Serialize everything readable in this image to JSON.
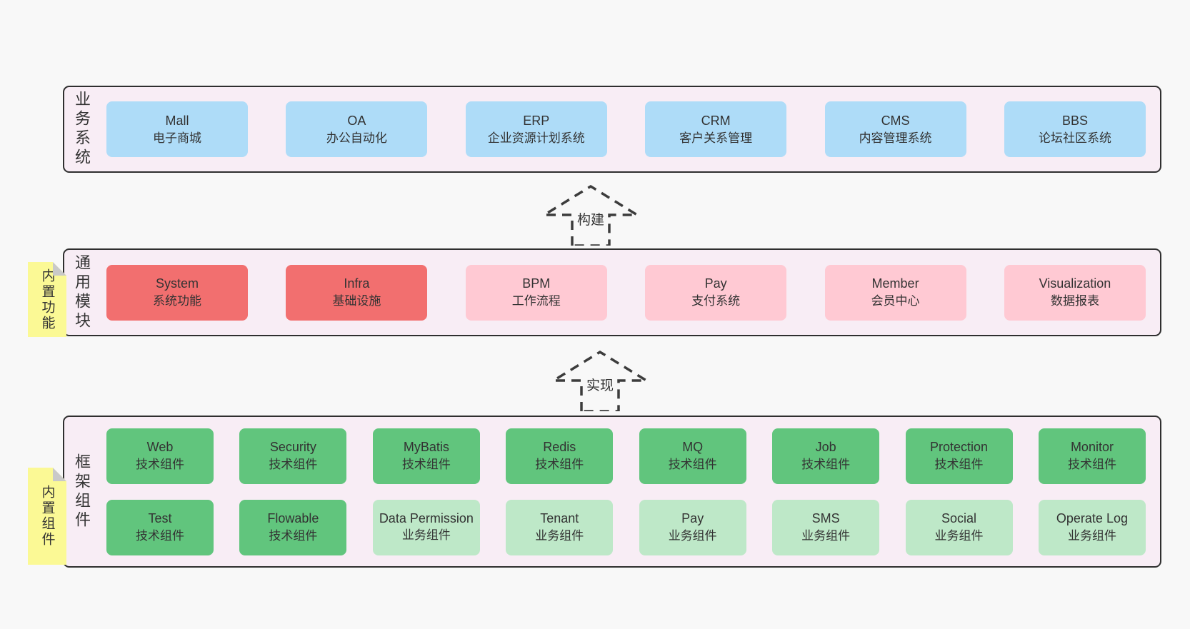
{
  "band1": {
    "label": "业务系统",
    "boxes": [
      {
        "en": "Mall",
        "zh": "电子商城"
      },
      {
        "en": "OA",
        "zh": "办公自动化"
      },
      {
        "en": "ERP",
        "zh": "企业资源计划系统"
      },
      {
        "en": "CRM",
        "zh": "客户关系管理"
      },
      {
        "en": "CMS",
        "zh": "内容管理系统"
      },
      {
        "en": "BBS",
        "zh": "论坛社区系统"
      }
    ]
  },
  "arrow1": {
    "label": "构建"
  },
  "band2": {
    "label": "通用模块",
    "note": "内置功能",
    "boxes": [
      {
        "en": "System",
        "zh": "系统功能"
      },
      {
        "en": "Infra",
        "zh": "基础设施"
      },
      {
        "en": "BPM",
        "zh": "工作流程"
      },
      {
        "en": "Pay",
        "zh": "支付系统"
      },
      {
        "en": "Member",
        "zh": "会员中心"
      },
      {
        "en": "Visualization",
        "zh": "数据报表"
      }
    ]
  },
  "arrow2": {
    "label": "实现"
  },
  "band3": {
    "label": "框架组件",
    "note": "内置组件",
    "row1": [
      {
        "en": "Web",
        "zh": "技术组件"
      },
      {
        "en": "Security",
        "zh": "技术组件"
      },
      {
        "en": "MyBatis",
        "zh": "技术组件"
      },
      {
        "en": "Redis",
        "zh": "技术组件"
      },
      {
        "en": "MQ",
        "zh": "技术组件"
      },
      {
        "en": "Job",
        "zh": "技术组件"
      },
      {
        "en": "Protection",
        "zh": "技术组件"
      },
      {
        "en": "Monitor",
        "zh": "技术组件"
      }
    ],
    "row2": [
      {
        "en": "Test",
        "zh": "技术组件"
      },
      {
        "en": "Flowable",
        "zh": "技术组件"
      },
      {
        "en": "Data Permission",
        "zh": "业务组件"
      },
      {
        "en": "Tenant",
        "zh": "业务组件"
      },
      {
        "en": "Pay",
        "zh": "业务组件"
      },
      {
        "en": "SMS",
        "zh": "业务组件"
      },
      {
        "en": "Social",
        "zh": "业务组件"
      },
      {
        "en": "Operate Log",
        "zh": "业务组件"
      }
    ]
  },
  "colors": {
    "page_bg": "#f8f8f8",
    "band_bg": "#f8edf5",
    "band_border": "#2f2f2f",
    "blue_box": "#aedcf8",
    "red_box": "#f26f6f",
    "pink_box": "#ffc9d3",
    "green_box": "#61c57d",
    "light_green_box": "#bee8c8",
    "note_bg": "#fbf995",
    "note_fold": "#c9c9c9",
    "text": "#333333"
  }
}
